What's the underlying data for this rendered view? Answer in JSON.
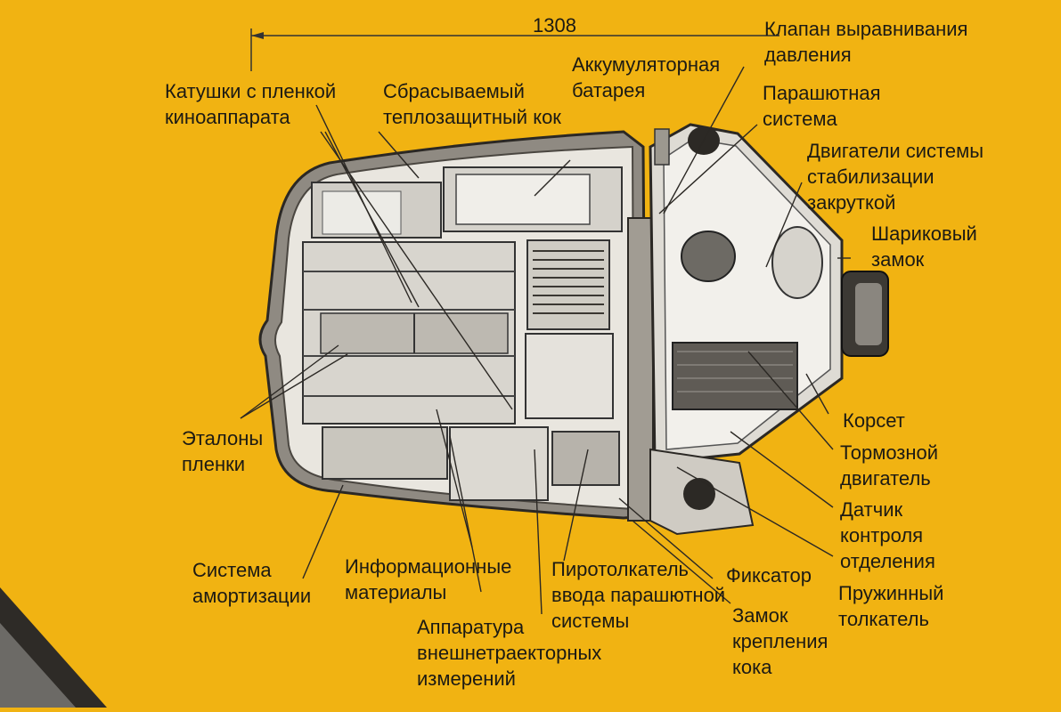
{
  "dimension": "1308",
  "labels": {
    "klapan": "Клапан выравнивания\nдавления",
    "katushki": "Катушки с пленкой\nкиноаппарата",
    "sbrasyvaemyi": "Сбрасываемый\nтеплозащитный кок",
    "akkumulyatornaya": "Аккумуляторная\nбатарея",
    "parashyutnaya": "Парашютная\nсистема",
    "dvigateli": "Двигатели системы\nстабилизации\nзакруткой",
    "sharikovyi": "Шариковый\nзамок",
    "etalony": "Эталоны\nпленки",
    "korset": "Корсет",
    "tormoznoi": "Тормозной\nдвигатель",
    "datchik": "Датчик\nконтроля\nотделения",
    "pruzhinnyi": "Пружинный\nтолкатель",
    "sistema_amort": "Система\nамортизации",
    "informacionnye": "Информационные\nматериалы",
    "pirotolkatel": "Пиротолкатель\nввода парашютной\nсистемы",
    "fiksator": "Фиксатор",
    "zamok": "Замок\nкрепления\nкока",
    "apparatura": "Аппаратура\nвнешнетраекторных\nизмерений"
  }
}
